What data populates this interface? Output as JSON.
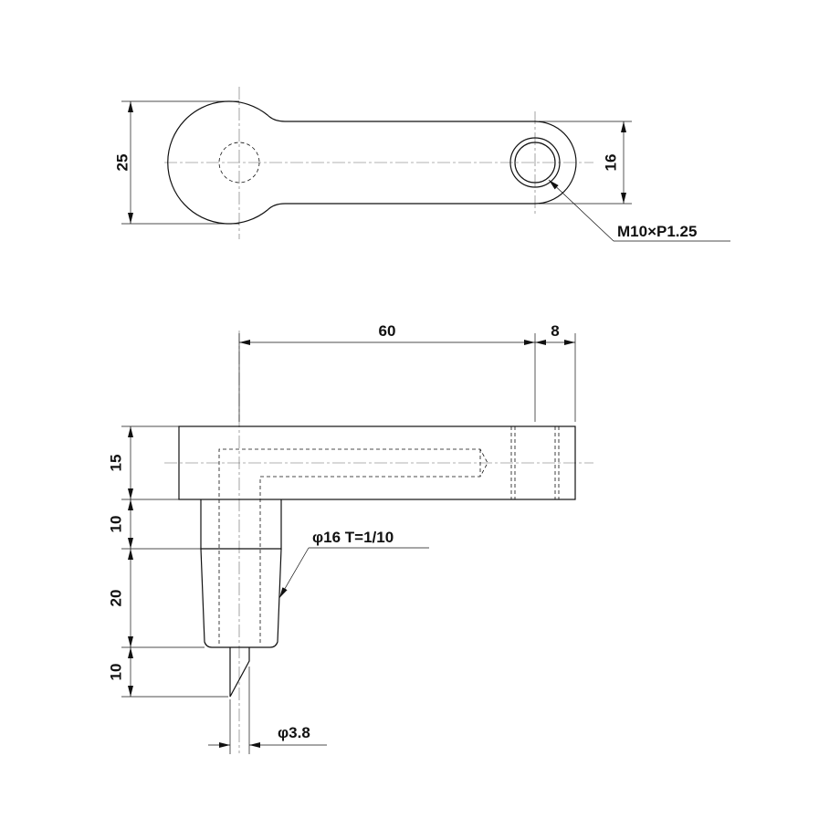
{
  "drawing": {
    "top_view": {
      "height_dim": "25",
      "boss_dim": "16",
      "thread_note": "M10×P1.25"
    },
    "front_view": {
      "length_dim": "60",
      "boss_width_dim": "8",
      "arm_height_dim": "15",
      "neck_height_dim": "10",
      "taper_height_dim": "20",
      "tip_height_dim": "10",
      "taper_note": "φ16 T=1/10",
      "tip_dia_note": "φ3.8"
    }
  }
}
